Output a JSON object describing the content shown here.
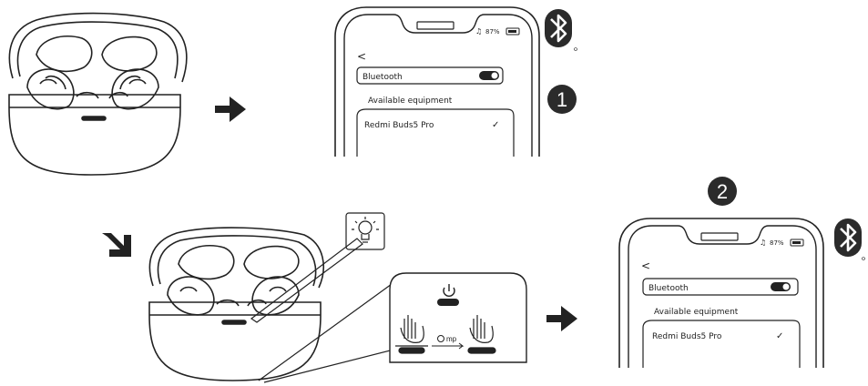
{
  "phone1": {
    "status": "87%",
    "back": "<",
    "bluetooth_label": "Bluetooth",
    "section_label": "Available equipment",
    "device_name": "Redmi  Buds5 Pro",
    "check": "✓"
  },
  "phone2": {
    "status": "87%",
    "back": "<",
    "bluetooth_label": "Bluetooth",
    "section_label": "Available equipment",
    "device_name": "Redmi  Buds5 Pro",
    "check": "✓"
  },
  "steps": {
    "one": "1",
    "two": "2"
  },
  "callout": {
    "timer_text": "mp"
  },
  "colors": {
    "ink": "#222222",
    "badge": "#2b2b2b",
    "white": "#ffffff"
  },
  "icons": [
    "bluetooth-icon",
    "power-icon",
    "lightbulb-icon",
    "arrow-right-icon",
    "arrow-down-right-icon"
  ]
}
